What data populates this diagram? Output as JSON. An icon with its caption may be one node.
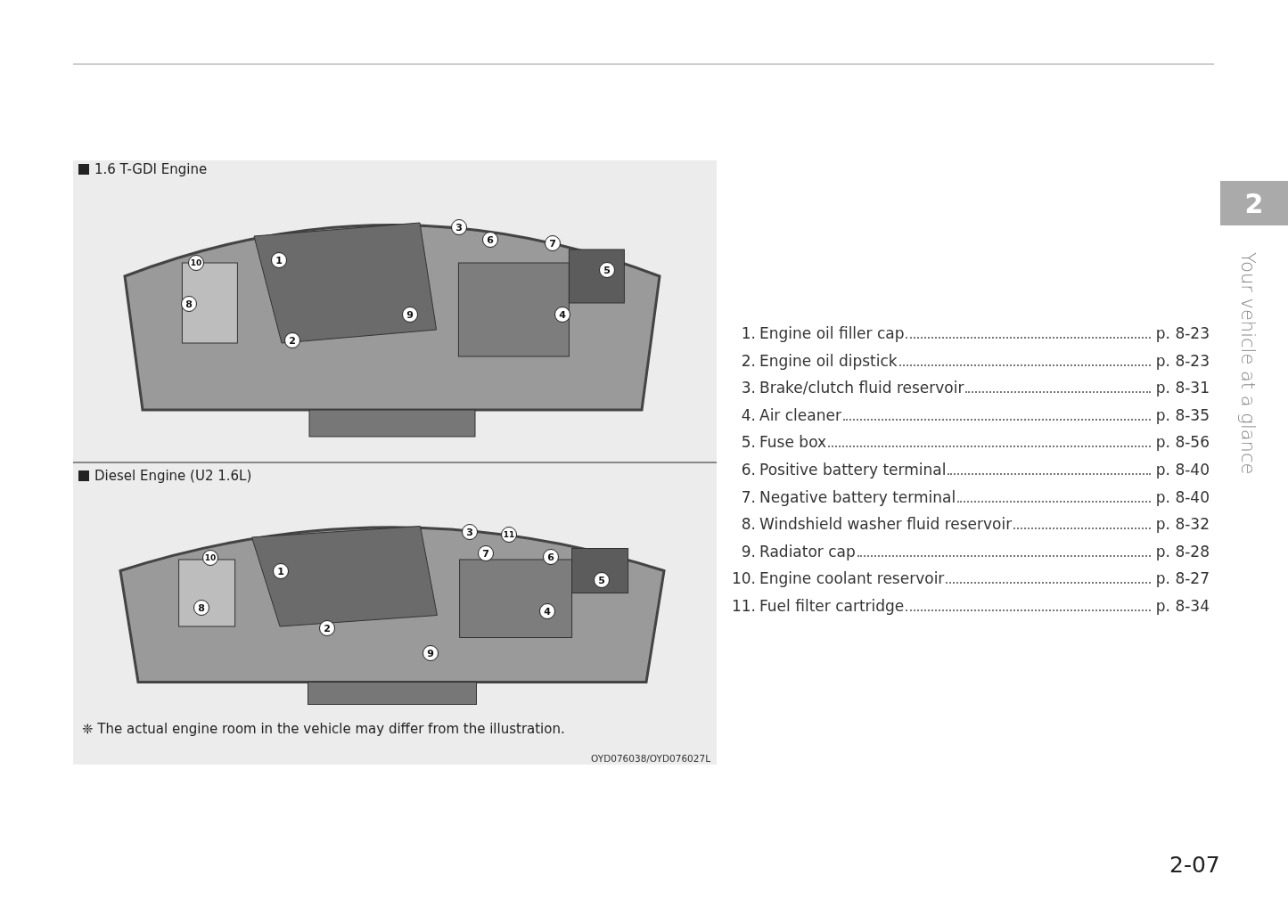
{
  "diagram": {
    "labels": [
      "1.6 T-GDI Engine",
      "3",
      "6",
      "7",
      "10",
      "1",
      "5",
      "8",
      "9",
      "4",
      "2",
      "Diesel Engine (U2 1.6L)",
      "3",
      "11",
      "10",
      "7",
      "6",
      "1",
      "5",
      "8",
      "4",
      "2",
      "9",
      "❈ The actual engine room in the vehicle may differ from the illustration.",
      "OYD076038/OYD076027L",
      "1.",
      "Engine oil filler cap",
      "p. 8-23",
      "2.",
      "Engine oil dipstick",
      "p. 8-23",
      "3.",
      "Brake/clutch fluid reservoir",
      "p. 8-31",
      "4.",
      "Air cleaner",
      "p. 8-35",
      "5.",
      "Fuse box",
      "p. 8-56",
      "6.",
      "Positive battery terminal",
      "p. 8-40",
      "7.",
      "Negative battery terminal",
      "p. 8-40",
      "8.",
      "Windshield washer fluid reservoir",
      "p. 8-32",
      "9.",
      "Radiator cap",
      "p. 8-28",
      "10.",
      "Engine coolant reservoir",
      "p. 8-27",
      "11.",
      "Fuel filter cartridge",
      "p. 8-34",
      "2",
      "Your vehicle at a glance",
      "2-07"
    ]
  }
}
